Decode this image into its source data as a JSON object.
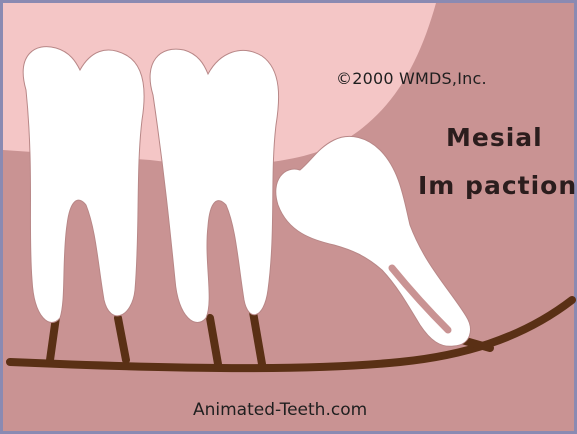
{
  "copyright": "©2000 WMDS,Inc.",
  "title_lines": [
    "Mesial",
    "Im paction"
  ],
  "footer": "Animated-Teeth.com",
  "colors": {
    "gum_pink": "#f4c6c6",
    "bone_mauve": "#c99393",
    "border_blue": "#8a8ab2",
    "tooth_white": "#ffffff",
    "root_brown": "#5a3015"
  }
}
